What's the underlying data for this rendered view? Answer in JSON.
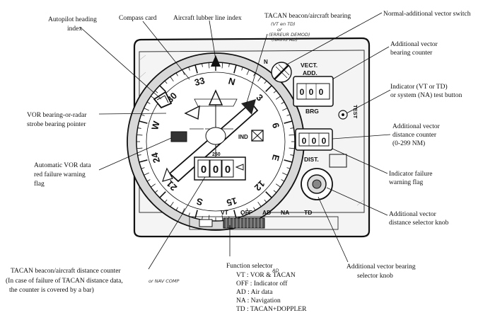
{
  "labels": {
    "autopilot_heading_index": [
      "Autopilot heading",
      "index"
    ],
    "compass_card": "Compass card",
    "aircraft_lubber_line_index": "Aircraft lubber line index",
    "tacan_bearing": "TACAN beacon/aircraft bearing",
    "tacan_bearing_note": [
      "(VT en TD)",
      "or",
      "(ERREUR DEMOD)",
      "(NAVIG AD)"
    ],
    "normal_additional_switch": "Normal-additional vector switch",
    "additional_vector_bearing_counter": [
      "Additional vector",
      "bearing counter"
    ],
    "indicator_test_button": [
      "Indicator (VT or TD)",
      "or system (NA) test button"
    ],
    "vor_bearing_pointer": [
      "VOR bearing-or-radar",
      "strobe bearing pointer"
    ],
    "additional_vector_distance_counter": [
      "Additional vector",
      "distance counter",
      "(0-299 NM)"
    ],
    "automatic_vor_flag": [
      "Automatic VOR data",
      "red failure warning",
      "flag"
    ],
    "indicator_failure_flag": [
      "Indicator failure",
      "warning flag"
    ],
    "additional_vector_distance_knob": [
      "Additional vector",
      "distance selector knob"
    ],
    "additional_vector_bearing_knob": [
      "Additional vector bearing",
      "selector knob"
    ],
    "tacan_distance_counter": [
      "TACAN beacon/aircraft distance counter",
      "(In case of failure of TACAN distance data,",
      "the counter is covered by a bar)"
    ],
    "tacan_distance_note": "or NAV COMP",
    "function_selector_title": "Function selector",
    "function_selector_items": [
      "VT : VOR & TACAN",
      "OFF : Indicator off",
      "AD : Air data",
      "NA : Navigation",
      "TD : TACAN+DOPPLER"
    ],
    "function_selector_note": "AD"
  },
  "instrument": {
    "switch_label": "N",
    "vect_label": "VECT.",
    "add_label": "ADD.",
    "brg_label": "BRG",
    "test_label": "TEST",
    "ind_label": "IND",
    "dist_label": "DIST.",
    "brg_counter": [
      "0",
      "0",
      "0"
    ],
    "dist_counter": [
      "0",
      "0",
      "0"
    ],
    "tacan_counter": [
      "0",
      "0",
      "0"
    ],
    "counter_scale": "250",
    "selector_positions": [
      "VT",
      "OFF",
      "AD",
      "NA",
      "TD"
    ]
  },
  "compass": {
    "heading_deg": 345,
    "major_labels": [
      "N",
      "3",
      "6",
      "E",
      "12",
      "15",
      "S",
      "21",
      "24",
      "W",
      "30",
      "33"
    ]
  }
}
